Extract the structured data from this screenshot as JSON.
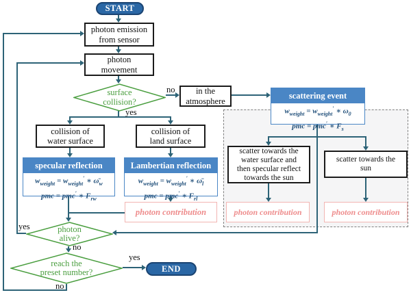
{
  "nodes": {
    "start": {
      "label": "START"
    },
    "photon_emission": {
      "label": "photon emission\nfrom sensor"
    },
    "photon_movement": {
      "label": "photon\nmovement"
    },
    "surface_collision": {
      "label": "surface\ncollision?"
    },
    "in_atmosphere": {
      "label": "in the\natmosphere"
    },
    "scattering_event": {
      "title": "scattering event",
      "f1": [
        "w",
        "weight",
        " = w",
        "weight",
        "′",
        " ∗ ω",
        "0"
      ],
      "f2": [
        "pmc = pmc",
        "′",
        " ∗ F",
        "s"
      ]
    },
    "water_collision": {
      "label": "collision of\nwater surface"
    },
    "land_collision": {
      "label": "collision of\nland surface"
    },
    "specular": {
      "title": "specular reflection",
      "f1": [
        "w",
        "weight",
        " = w",
        "weight",
        "′",
        " ∗ ω̄",
        "w"
      ],
      "f2": [
        "pmc = pmc",
        "′",
        " ∗ F",
        "rw"
      ]
    },
    "lambertian": {
      "title": "Lambertian reflection",
      "f1": [
        "w",
        "weight",
        " = w",
        "weight",
        "′",
        " ∗ ω̄",
        "l"
      ],
      "f2": [
        "pmc = pmc",
        "′",
        " ∗ F",
        "rl"
      ]
    },
    "scatter_water": {
      "label": "scatter towards the\nwater surface and\nthen specular reflect\ntowards the sun"
    },
    "scatter_sun": {
      "label": "scatter towards the\nsun"
    },
    "contribution1": {
      "label": "photon contribution"
    },
    "contribution2": {
      "label": "photon contribution"
    },
    "contribution3": {
      "label": "photon contribution"
    },
    "photon_alive": {
      "label": "photon\nalive?"
    },
    "reach_preset": {
      "label": "reach the\npreset number?"
    },
    "end": {
      "label": "END"
    }
  },
  "edge_labels": {
    "surface_no": "no",
    "surface_yes": "yes",
    "alive_yes": "yes",
    "alive_no": "no",
    "reach_yes": "yes",
    "reach_no": "no"
  },
  "colors": {
    "connector": "#2d6377",
    "decision_green": "#4a9e3f",
    "header_blue": "#4a86c5",
    "formula_navy": "#1f4e79",
    "contribution_pink": "#ee8c8c",
    "pill_blue": "#2a67a5"
  }
}
